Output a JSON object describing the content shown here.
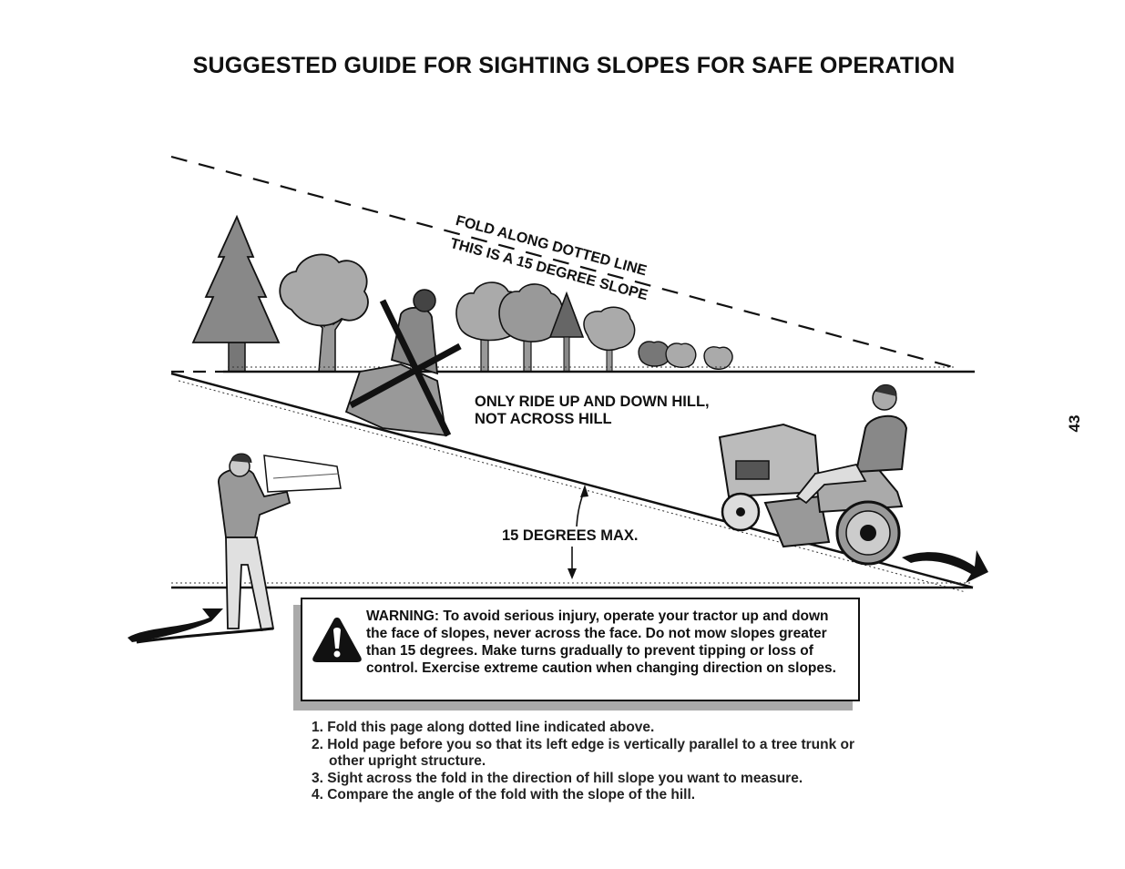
{
  "page_title": "SUGGESTED GUIDE FOR SIGHTING SLOPES FOR SAFE OPERATION",
  "page_number": "43",
  "fold_line_label": "FOLD ALONG DOTTED LINE",
  "slope_label": "THIS IS A 15 DEGREE SLOPE",
  "ride_label": [
    "ONLY RIDE UP AND DOWN HILL,",
    "NOT ACROSS HILL"
  ],
  "max_label": "15 DEGREES MAX.",
  "warning": {
    "icon": "warning-triangle-icon",
    "text": "WARNING: To avoid serious injury, operate your tractor up and down the face of slopes, never across the face. Do not mow slopes greater than 15 degrees. Make turns gradually to prevent tipping or loss of control. Exercise extreme caution when changing direction on slopes."
  },
  "instructions": [
    "1. Fold this page along dotted line indicated above.",
    "2. Hold page before you so that its left edge is vertically parallel to a tree trunk or other upright structure.",
    "3. Sight across the fold in the direction of hill slope you want to measure.",
    "4. Compare the angle of the fold with the slope of the hill."
  ]
}
